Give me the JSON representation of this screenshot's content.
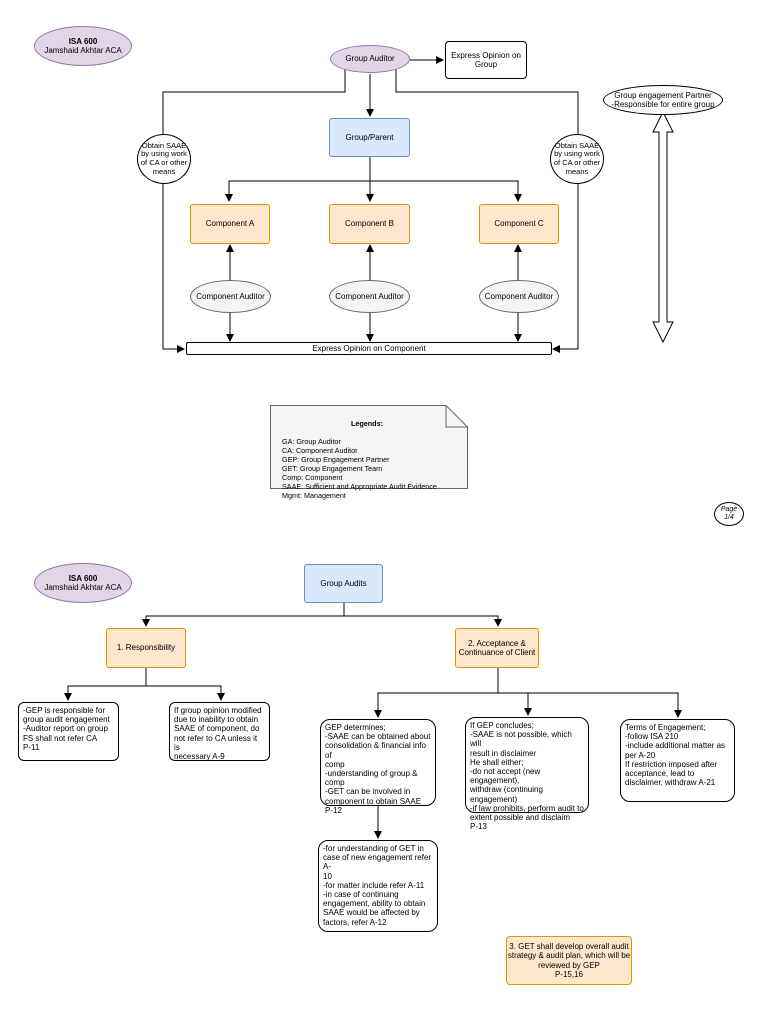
{
  "page1": {
    "author": {
      "title": "ISA 600",
      "subtitle": "Jamshaid Akhtar ACA"
    },
    "group_auditor": "Group Auditor",
    "express_opinion_group": "Express Opinion on\nGroup",
    "gep_note": "Group engagement Partner\n-Responsible for entire group",
    "obtain_left": "Obtain SAAE\nby using work\nof CA or other\nmeans",
    "obtain_right": "Obtain SAAE\nby using work\nof CA or other\nmeans",
    "group_parent": "Group/Parent",
    "components": [
      "Component A",
      "Component B",
      "Component C"
    ],
    "component_auditor": "Component Auditor",
    "express_opinion_component": "Express Opinion on Component",
    "legend": {
      "title": "Legends:",
      "lines": "GA: Group Auditor\nCA: Component Auditor\nGEP: Group Engagement Partner\nGET: Group Engagement Team\nComp: Component\nSAAE: Sufficient and Appropriate Audit Evidence\nMgmt:  Management"
    },
    "page_tag": "Page\n1/4"
  },
  "page2": {
    "author": {
      "title": "ISA 600",
      "subtitle": "Jamshaid Akhtar ACA"
    },
    "group_audits": "Group Audits",
    "responsibility": "1. Responsibility",
    "acceptance": "2. Acceptance &\nContinuance of Client",
    "resp_gep": "-GEP is responsible for\ngroup audit engagement\n-Auditor report on group\nFS  shall not refer CA\n              P-11",
    "resp_opinion": "If group opinion modified\ndue to inability to obtain\nSAAE of component, do\nnot refer to CA unless it is\nnecessary A-9",
    "gep_determines": "        GEP determines;\n-SAAE can be obtained about\nconsolidation & financial info of\ncomp\n-understanding of group &\ncomp\n-GET can be involved in\ncomponent to obtain SAAE\n                 P-12",
    "gep_concludes": "          If GEP concludes;\n-SAAE is not possible, which will\nresult in disclaimer\n          He shall either;\n-do not accept (new engagement),\nwithdraw (continuing engagement)\n-if law prohibits, perform audit to\nextent possible and disclaim\n                    P-13",
    "terms": "       Terms of Engagement;\n-follow ISA 210\n-include additional matter as\nper A-20\n   If restriction imposed after\n    acceptance, lead to\n   disclaimer, withdraw A-21",
    "understanding": "-for understanding of GET in\ncase of new engagement refer A-\n10\n-for matter include refer A-11\n-in case of continuing\nengagement, ability to obtain\nSAAE would be affected by\nfactors, refer A-12",
    "get_plan": "3. GET shall develop overall audit\nstrategy & audit plan, which will be\nreviewed by GEP\nP-15,16"
  }
}
